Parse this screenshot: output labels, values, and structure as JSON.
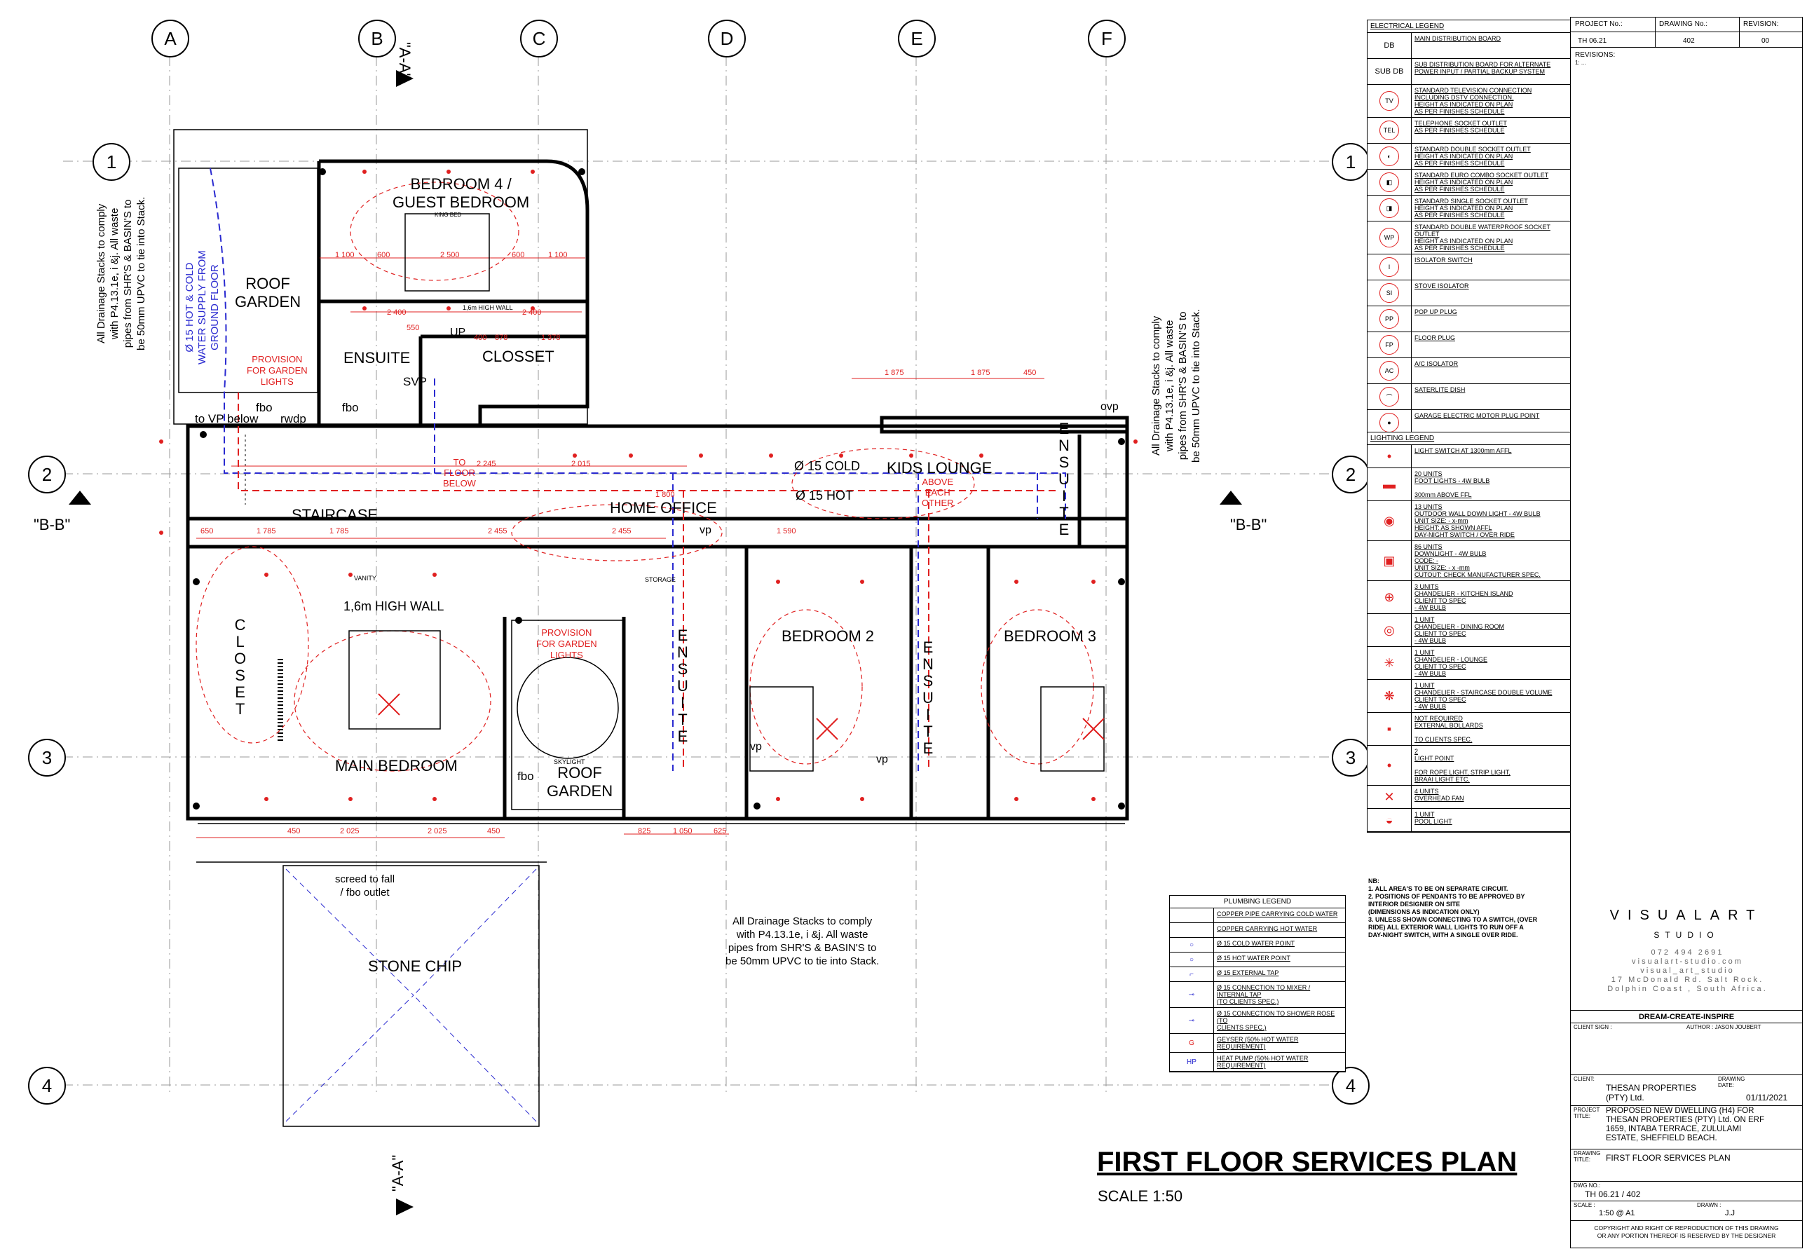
{
  "grid": {
    "columns": [
      "A",
      "B",
      "C",
      "D",
      "E",
      "F"
    ],
    "rows": [
      "1",
      "2",
      "3",
      "4"
    ],
    "sections": [
      "\"A-A\"",
      "\"B-B\""
    ]
  },
  "rooms": {
    "bedroom4": "BEDROOM 4 /\nGUEST BEDROOM",
    "roof_garden_top": "ROOF\nGARDEN",
    "ensuite_top": "ENSUITE",
    "closset_top": "CLOSSET",
    "kids_lounge": "KIDS LOUNGE",
    "staircase": "STAIRCASE",
    "home_office": "HOME OFFICE",
    "ensuite_right": "E\nN\nS\nU\nI\nT\nE",
    "closet_left": "C\nL\nO\nS\nE\nT",
    "main_bedroom": "MAIN BEDROOM",
    "roof_garden_bottom": "ROOF\nGARDEN",
    "ensuite_mid": "E\nN\nS\nU\nI\nT\nE",
    "bedroom2": "BEDROOM 2",
    "ensuite_b3": "E\nN\nS\nU\nI\nT\nE",
    "bedroom3": "BEDROOM 3",
    "stone_chip": "STONE CHIP"
  },
  "labels": {
    "cold": "Ø 15 COLD",
    "hot": "Ø 15 HOT",
    "above_each_other": "ABOVE\nEACH\nOTHER",
    "to_floor_below": "TO\nFLOOR\nBELOW",
    "provision_top": "PROVISION\nFOR GARDEN\nLIGHTS",
    "provision_bottom": "PROVISION\nFOR GARDEN\nLIGHTS",
    "hot_cold_supply": "Ø 15 HOT & COLD\nWATER SUPPLY FROM\nGROUND FLOOR",
    "high_wall": "1,6m HIGH WALL",
    "high_wall_small": "1,6m HIGH WALL",
    "to_vp_below": "to VP below",
    "fbo": "fbo",
    "rwdp": "rwdp",
    "svp": "SVP",
    "up": "UP",
    "screed": "screed to fall\n/ fbo outlet",
    "ovp": "ovp",
    "vp": "vp",
    "skylight": "SKYLIGHT",
    "king_bed": "KING BED",
    "storage": "STORAGE",
    "vanity": "VANITY"
  },
  "dims": {
    "top_row": [
      "1 875",
      "1 875",
      "450"
    ],
    "stair_row": [
      "650",
      "1 785",
      "1 785",
      "2 455",
      "2 455",
      "1 590"
    ],
    "bottom_row": [
      "450",
      "2 025",
      "2 025",
      "450"
    ],
    "office_row": [
      "825",
      "1 050",
      "625"
    ],
    "bed4": [
      "1 100",
      "600",
      "2 500",
      "600",
      "1 100"
    ],
    "bed4b": [
      "2 400",
      "2 400"
    ],
    "bed4c": [
      "550",
      "400",
      "878",
      "1 378"
    ],
    "kids": [
      "2 245",
      "2 015",
      "1 800"
    ]
  },
  "drainage_note": "All Drainage Stacks to comply\nwith P4.13.1e, i &j. All waste\npipes from SHR'S & BASIN'S to\nbe 50mm UPVC to tie into Stack.",
  "electrical_legend": {
    "title": "ELECTRICAL LEGEND",
    "items": [
      {
        "sym": "DB",
        "desc": "MAIN DISTRIBUTION BOARD"
      },
      {
        "sym": "SUB DB",
        "desc": "SUB DISTRIBUTION BOARD FOR ALTERNATE\nPOWER INPUT / PARTIAL BACKUP SYSTEM"
      },
      {
        "sym": "TV",
        "desc": "STANDARD TELEVISION CONNECTION\nINCLUDING DSTV CONNECTION.\nHEIGHT AS INDICATED ON PLAN\nAS PER FINISHES SCHEDULE"
      },
      {
        "sym": "TEL",
        "desc": "TELEPHONE SOCKET OUTLET\nAS PER FINISHES SCHEDULE"
      },
      {
        "sym": "◐",
        "desc": "STANDARD DOUBLE SOCKET OUTLET\nHEIGHT AS INDICATED ON PLAN\nAS PER FINISHES SCHEDULE"
      },
      {
        "sym": "◧",
        "desc": "STANDARD EURO COMBO SOCKET OUTLET\nHEIGHT AS INDICATED ON PLAN\nAS PER FINISHES SCHEDULE"
      },
      {
        "sym": "◨",
        "desc": "STANDARD SINGLE SOCKET OUTLET\nHEIGHT AS INDICATED ON PLAN\nAS PER FINISHES SCHEDULE"
      },
      {
        "sym": "WP",
        "desc": "STANDARD DOUBLE WATERPROOF SOCKET\nOUTLET\nHEIGHT AS INDICATED ON PLAN\nAS PER FINISHES SCHEDULE"
      },
      {
        "sym": "I",
        "desc": "ISOLATOR SWITCH"
      },
      {
        "sym": "SI",
        "desc": "STOVE ISOLATOR"
      },
      {
        "sym": "PP",
        "desc": "POP UP PLUG"
      },
      {
        "sym": "FP",
        "desc": "FLOOR PLUG"
      },
      {
        "sym": "AC",
        "desc": "A/C ISOLATOR"
      },
      {
        "sym": "⌒",
        "desc": "SATERLITE DISH"
      },
      {
        "sym": "●",
        "desc": "GARAGE ELECTRIC MOTOR PLUG POINT"
      }
    ]
  },
  "lighting_legend": {
    "title": "LIGHTING LEGEND",
    "items": [
      {
        "sym": "•",
        "desc": "LIGHT SWITCH AT 1300mm AFFL"
      },
      {
        "sym": "▬",
        "desc": "20 UNITS\nFOOT LIGHTS - 4W BULB\n\n300mm ABOVE FFL"
      },
      {
        "sym": "◉",
        "desc": "13 UNITS\nOUTDOOR WALL DOWN LIGHT - 4W BULB\nUNIT SIZE: - x-mm\nHEIGHT: AS SHOWN AFFL\nDAY-NIGHT SWITCH / OVER RIDE"
      },
      {
        "sym": "▣",
        "desc": "86 UNITS\nDOWNLIGHT - 4W BULB\nCODE: -\nUNIT SIZE: - x -mm\nCUTOUT: CHECK MANUFACTURER SPEC."
      },
      {
        "sym": "⊕",
        "desc": "3 UNITS\nCHANDELIER - KITCHEN ISLAND\nCLIENT TO SPEC\n- 4W BULB"
      },
      {
        "sym": "◎",
        "desc": "1 UNIT\nCHANDELIER - DINING ROOM\nCLIENT TO SPEC\n- 4W BULB"
      },
      {
        "sym": "✳",
        "desc": "1 UNIT\nCHANDELIER - LOUNGE\nCLIENT TO SPEC\n- 4W BULB"
      },
      {
        "sym": "❋",
        "desc": "1 UNIT\nCHANDELIER - STAIRCASE DOUBLE VOLUME\nCLIENT TO SPEC\n- 4W BULB"
      },
      {
        "sym": "▪",
        "desc": "NOT REQUIRED\nEXTERNAL BOLLARDS\n\nTO CLIENTS SPEC."
      },
      {
        "sym": "•",
        "desc": "2\nLIGHT POINT\n\nFOR ROPE LIGHT, STRIP LIGHT,\nBRAAI LIGHT ETC."
      },
      {
        "sym": "✕",
        "desc": "4 UNITS\nOVERHEAD FAN"
      },
      {
        "sym": "◒",
        "desc": "1 UNIT\nPOOL LIGHT"
      }
    ],
    "notes": "NB:\n1. ALL AREA'S TO BE ON SEPARATE CIRCUIT.\n2. POSITIONS OF PENDANTS TO BE APPROVED BY\nINTERIOR DESIGNER ON SITE\n(DIMENSIONS AS INDICATION ONLY)\n3. UNLESS SHOWN CONNECTING TO A SWITCH, (OVER\nRIDE) ALL EXTERIOR WALL LIGHTS TO RUN OFF A\nDAY-NIGHT SWITCH, WITH A SINGLE OVER RIDE."
  },
  "plumbing_legend": {
    "title": "PLUMBING LEGEND",
    "items": [
      {
        "sym": "cold-line",
        "desc": "COPPER PIPE CARRYING COLD WATER"
      },
      {
        "sym": "hot-line",
        "desc": "COPPER CARRYING HOT WATER"
      },
      {
        "sym": "○",
        "desc": "Ø 15 COLD WATER POINT"
      },
      {
        "sym": "○",
        "desc": "Ø 15 HOT WATER POINT"
      },
      {
        "sym": "⌐",
        "desc": "Ø 15 EXTERNAL TAP"
      },
      {
        "sym": "⊸",
        "desc": "Ø 15 CONNECTION TO MIXER / INTERNAL TAP\n(TO CLIENTS SPEC.)"
      },
      {
        "sym": "⊸",
        "desc": "Ø 15 CONNECTION TO SHOWER ROSE (TO\nCLIENTS SPEC.)"
      },
      {
        "sym": "G",
        "desc": "GEYSER (50% HOT WATER REQUIREMENT)"
      },
      {
        "sym": "HP",
        "desc": "HEAT PUMP (50% HOT WATER\nREQUIREMENT)"
      }
    ]
  },
  "title_block": {
    "project_no_label": "PROJECT No.:",
    "project_no": "TH 06.21",
    "drawing_no_label": "DRAWING No.:",
    "drawing_no": "402",
    "revision_label": "REVISION:",
    "revision": "00",
    "revisions_label": "REVISIONS:",
    "revisions_value": "1: ...",
    "brand": "VISUALART",
    "brand_sub": "STUDIO",
    "contact": "0 7 2   4 9 4   2 6 9 1\nv i s u a l a r t - s t u d i o . c o m\nv i s u a l _ a r t _ s t u d i o\n1 7   M c D o n a l d   R d .   S a l t   R o c k .\nD o l p h i n   C o a s t   ,   S o u t h   A f r i c a .",
    "slogan": "DREAM-CREATE-INSPIRE",
    "client_sign": "CLIENT SIGN :",
    "author": "AUTHOR : JASON JOUBERT",
    "client_label": "CLIENT:",
    "client": "THESAN PROPERTIES\n(PTY) Ltd.",
    "drawing_date_label": "DRAWING\nDATE:",
    "drawing_date": "01/11/2021",
    "project_title_label": "PROJECT\nTITLE:",
    "project_title": "PROPOSED NEW DWELLING (H4) FOR\nTHESAN PROPERTIES (PTY) Ltd. ON ERF\n1659, INTABA TERRACE, ZULULAMI\nESTATE, SHEFFIELD BEACH.",
    "drawing_title_label": "DRAWING\nTITLE:",
    "drawing_title": "FIRST FLOOR SERVICES PLAN",
    "dwg_no_label": "DWG NO.:",
    "dwg_no": "TH 06.21 / 402",
    "scale_label": "SCALE :",
    "scale": "1:50  @ A1",
    "drawn_label": "DRAWN :",
    "drawn": "J.J",
    "copyright": "COPYRIGHT AND RIGHT OF REPRODUCTION OF THIS DRAWING\nOR ANY PORTION THEREOF IS RESERVED BY THE DESIGNER"
  },
  "plan_title": "FIRST FLOOR SERVICES PLAN",
  "plan_scale": "SCALE 1:50",
  "colors": {
    "red": "#e02020",
    "blue": "#2a2ad0",
    "black": "#000000",
    "grid": "#9a9a9a"
  }
}
